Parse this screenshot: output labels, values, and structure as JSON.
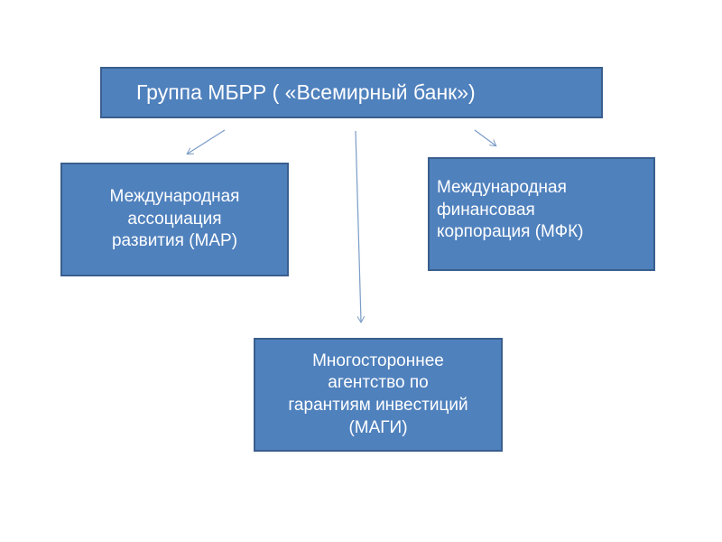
{
  "diagram": {
    "root": {
      "label": "Группа МБРР  ( «Всемирный банк»)"
    },
    "children": [
      {
        "label": "Международная\nассоциация\nразвития (МАР)"
      },
      {
        "label": "Международная\nфинансовая\nкорпорация (МФК)"
      },
      {
        "label": "Многостороннее\nагентство по\nгарантиям инвестиций\n(МАГИ)"
      }
    ],
    "colors": {
      "box_fill": "#4f81bd",
      "box_border": "#3a5f8e",
      "box_text": "#ffffff",
      "connector": "#7a9cc6"
    }
  }
}
